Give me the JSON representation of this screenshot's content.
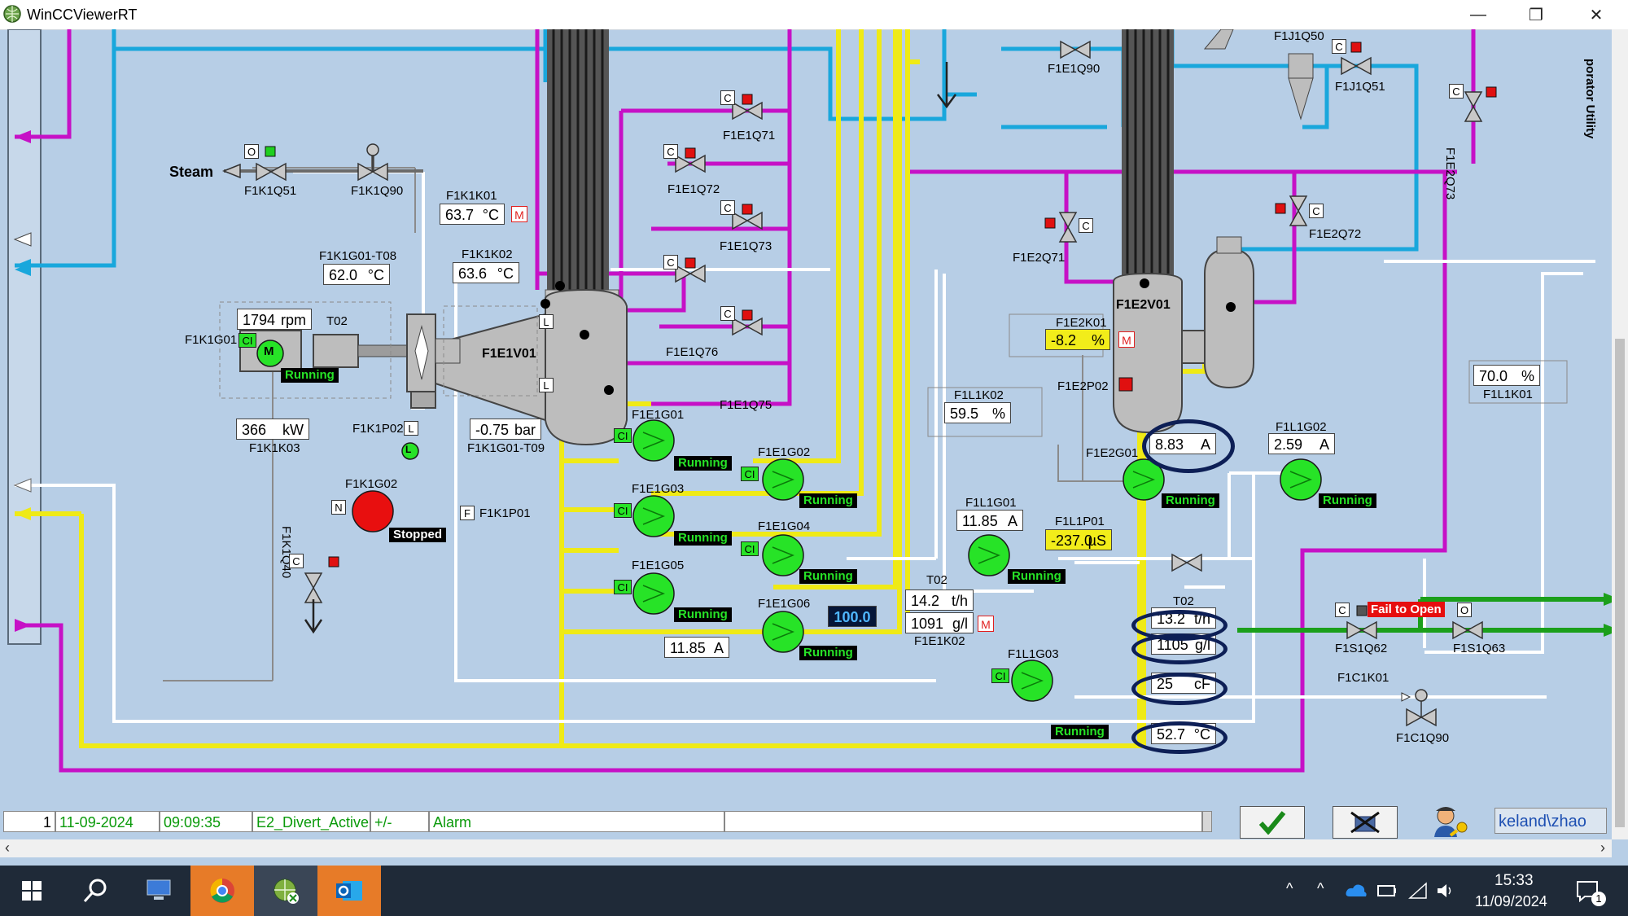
{
  "window": {
    "title": "WinCCViewerRT"
  },
  "title_buttons": {
    "minimize": "—",
    "restore": "❐",
    "close": "✕"
  },
  "tags": {
    "steam": "Steam",
    "F1K1Q51": "F1K1Q51",
    "F1K1Q90": "F1K1Q90",
    "F1K1K01": "F1K1K01",
    "F1K1K01_val": "63.7",
    "F1K1K01_unit": "°C",
    "F1K1K02": "F1K1K02",
    "F1K1K02_val": "63.6",
    "F1K1K02_unit": "°C",
    "F1K1G01_T08": "F1K1G01-T08",
    "T08_val": "62.0",
    "T08_unit": "°C",
    "rpm_val": "1794",
    "rpm_unit": "rpm",
    "T02": "T02",
    "F1K1G01": "F1K1G01",
    "motor": "M",
    "kw_val": "366",
    "kw_unit": "kW",
    "F1K1K03": "F1K1K03",
    "F1K1P02": "F1K1P02",
    "bar_val": "-0.75",
    "bar_unit": "bar",
    "F1K1G01_T09": "F1K1G01-T09",
    "F1K1G02": "F1K1G02",
    "F1K1Q40": "F1K1Q40",
    "F1K1P01": "F1K1P01",
    "F1E1V01": "F1E1V01",
    "F1E1Q71": "F1E1Q71",
    "F1E1Q72": "F1E1Q72",
    "F1E1Q73": "F1E1Q73",
    "F1E1Q76": "F1E1Q76",
    "F1E1Q75": "F1E1Q75",
    "F1E1G01": "F1E1G01",
    "F1E1G02": "F1E1G02",
    "F1E1G03": "F1E1G03",
    "F1E1G04": "F1E1G04",
    "F1E1G05": "F1E1G05",
    "F1E1G06": "F1E1G06",
    "setpoint": "100.0",
    "g06_amp": "11.85",
    "amp_unit": "A",
    "F1E1K02_T02": "T02",
    "flow_val": "14.2",
    "flow_unit": "t/h",
    "conc_val": "1091",
    "conc_unit": "g/l",
    "F1E1K02": "F1E1K02",
    "F1E1Q90": "F1E1Q90",
    "F1J1Q50": "F1J1Q50",
    "F1J1Q51": "F1J1Q51",
    "F1E2Q73": "F1E2Q73",
    "F1E2Q71": "F1E2Q71",
    "F1E2Q72": "F1E2Q72",
    "F1E2K01": "F1E2K01",
    "E2K01_val": "-8.2",
    "pct_unit": "%",
    "F1E2V01": "F1E2V01",
    "F1E2P02": "F1E2P02",
    "F1L1K02": "F1L1K02",
    "L1K02_val": "59.5",
    "F1L1K01": "F1L1K01",
    "L1K01_val": "70.0",
    "F1E2G01": "F1E2G01",
    "E2G01_amp": "8.83",
    "F1L1G02": "F1L1G02",
    "L1G02_amp": "2.59",
    "F1L1G01": "F1L1G01",
    "L1G01_amp": "11.85",
    "F1L1P01": "F1L1P01",
    "L1P01_val": "-237.0",
    "us_unit": "µS",
    "F1L1G03": "F1L1G03",
    "E2_T02": "T02",
    "E2_flow": "13.2",
    "E2_conc": "1105",
    "E2_temp_c": "25",
    "cf_unit": "cF",
    "E2_temp": "52.7",
    "degc": "°C",
    "F1S1Q62": "F1S1Q62",
    "F1S1Q63": "F1S1Q63",
    "fail_to_open": "Fail to Open",
    "F1C1K01": "F1C1K01",
    "F1C1Q90": "F1C1Q90",
    "right_edge": "porator Utility",
    "running": "Running",
    "stopped": "Stopped",
    "L": "L",
    "C": "C",
    "O": "O",
    "N": "N",
    "F": "F",
    "CI": "CI"
  },
  "status": {
    "row": "1",
    "date": "11-09-2024",
    "time": "09:09:35",
    "message": "E2_Divert_Active",
    "plusminus": "+/-",
    "class": "Alarm",
    "user": "keland\\zhao"
  },
  "taskbar": {
    "time": "15:33",
    "date": "11/09/2024",
    "notifications": "1"
  },
  "colors": {
    "cyan": "#19a7dc",
    "magenta": "#c611c6",
    "yellow": "#efea16",
    "green": "#1fbf1f",
    "grey_pipe": "#ffffff",
    "accent_run": "#27e327"
  }
}
